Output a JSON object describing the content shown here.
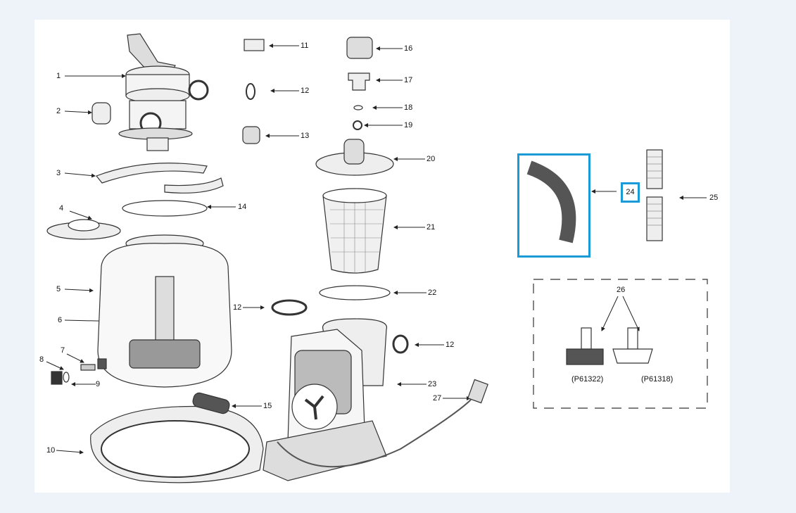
{
  "parts": [
    {
      "id": "1",
      "label": "1"
    },
    {
      "id": "2",
      "label": "2"
    },
    {
      "id": "3",
      "label": "3"
    },
    {
      "id": "4",
      "label": "4"
    },
    {
      "id": "5",
      "label": "5"
    },
    {
      "id": "6",
      "label": "6"
    },
    {
      "id": "7",
      "label": "7"
    },
    {
      "id": "8",
      "label": "8"
    },
    {
      "id": "9",
      "label": "9"
    },
    {
      "id": "10",
      "label": "10"
    },
    {
      "id": "11",
      "label": "11"
    },
    {
      "id": "12a",
      "label": "12"
    },
    {
      "id": "13",
      "label": "13"
    },
    {
      "id": "14",
      "label": "14"
    },
    {
      "id": "15",
      "label": "15"
    },
    {
      "id": "16",
      "label": "16"
    },
    {
      "id": "17",
      "label": "17"
    },
    {
      "id": "18",
      "label": "18"
    },
    {
      "id": "19",
      "label": "19"
    },
    {
      "id": "20",
      "label": "20"
    },
    {
      "id": "21",
      "label": "21"
    },
    {
      "id": "22",
      "label": "22"
    },
    {
      "id": "12b",
      "label": "12"
    },
    {
      "id": "12c",
      "label": "12"
    },
    {
      "id": "23",
      "label": "23"
    },
    {
      "id": "24",
      "label": "24"
    },
    {
      "id": "25",
      "label": "25"
    },
    {
      "id": "26",
      "label": "26"
    },
    {
      "id": "27",
      "label": "27"
    }
  ],
  "part_numbers": {
    "left": "(P61322)",
    "right": "(P61318)"
  },
  "highlight_color": "#1a9ad6"
}
